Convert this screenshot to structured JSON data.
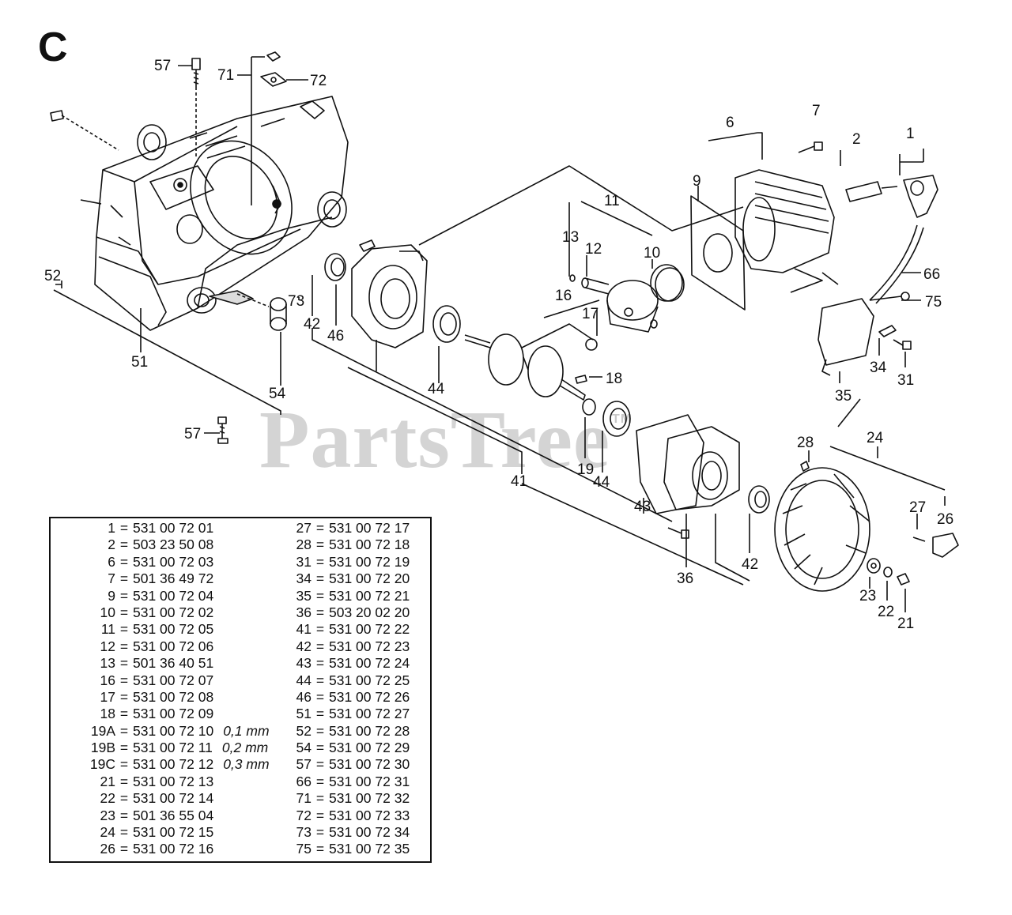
{
  "section_letter": "C",
  "watermark": {
    "text": "PartsTree",
    "tm": "TM"
  },
  "callouts": {
    "c1": "1",
    "c2": "2",
    "c6": "6",
    "c7": "7",
    "c9": "9",
    "c10": "10",
    "c11": "11",
    "c12": "12",
    "c13": "13",
    "c16": "16",
    "c17": "17",
    "c18": "18",
    "c19": "19",
    "c21": "21",
    "c22": "22",
    "c23": "23",
    "c24": "24",
    "c26": "26",
    "c27": "27",
    "c28": "28",
    "c31": "31",
    "c34": "34",
    "c35": "35",
    "c36": "36",
    "c41": "41",
    "c42a": "42",
    "c42b": "42",
    "c43": "43",
    "c44a": "44",
    "c44b": "44",
    "c46": "46",
    "c51": "51",
    "c52": "52",
    "c54": "54",
    "c57a": "57",
    "c57b": "57",
    "c66": "66",
    "c71": "71",
    "c72": "72",
    "c73": "73",
    "c75": "75"
  },
  "legend": {
    "left": [
      {
        "num": "1",
        "part": "531 00 72 01",
        "note": ""
      },
      {
        "num": "2",
        "part": "503 23 50 08",
        "note": ""
      },
      {
        "num": "6",
        "part": "531 00 72 03",
        "note": ""
      },
      {
        "num": "7",
        "part": "501 36 49 72",
        "note": ""
      },
      {
        "num": "9",
        "part": "531 00 72 04",
        "note": ""
      },
      {
        "num": "10",
        "part": "531 00 72 02",
        "note": ""
      },
      {
        "num": "11",
        "part": "531 00 72 05",
        "note": ""
      },
      {
        "num": "12",
        "part": "531 00 72 06",
        "note": ""
      },
      {
        "num": "13",
        "part": "501 36 40 51",
        "note": ""
      },
      {
        "num": "16",
        "part": "531 00 72 07",
        "note": ""
      },
      {
        "num": "17",
        "part": "531 00 72 08",
        "note": ""
      },
      {
        "num": "18",
        "part": "531 00 72 09",
        "note": ""
      },
      {
        "num": "19A",
        "part": "531 00 72 10",
        "note": "0,1 mm"
      },
      {
        "num": "19B",
        "part": "531 00 72 11",
        "note": "0,2 mm"
      },
      {
        "num": "19C",
        "part": "531 00 72 12",
        "note": "0,3 mm"
      },
      {
        "num": "21",
        "part": "531 00 72 13",
        "note": ""
      },
      {
        "num": "22",
        "part": "531 00 72 14",
        "note": ""
      },
      {
        "num": "23",
        "part": "501 36 55 04",
        "note": ""
      },
      {
        "num": "24",
        "part": "531 00 72 15",
        "note": ""
      },
      {
        "num": "26",
        "part": "531 00 72 16",
        "note": ""
      }
    ],
    "right": [
      {
        "num": "27",
        "part": "531 00 72 17"
      },
      {
        "num": "28",
        "part": "531 00 72 18"
      },
      {
        "num": "31",
        "part": "531 00 72 19"
      },
      {
        "num": "34",
        "part": "531 00 72 20"
      },
      {
        "num": "35",
        "part": "531 00 72 21"
      },
      {
        "num": "36",
        "part": "503 20 02 20"
      },
      {
        "num": "41",
        "part": "531 00 72 22"
      },
      {
        "num": "42",
        "part": "531 00 72 23"
      },
      {
        "num": "43",
        "part": "531 00 72 24"
      },
      {
        "num": "44",
        "part": "531 00 72 25"
      },
      {
        "num": "46",
        "part": "531 00 72 26"
      },
      {
        "num": "51",
        "part": "531 00 72 27"
      },
      {
        "num": "52",
        "part": "531 00 72 28"
      },
      {
        "num": "54",
        "part": "531 00 72 29"
      },
      {
        "num": "57",
        "part": "531 00 72 30"
      },
      {
        "num": "66",
        "part": "531 00 72 31"
      },
      {
        "num": "71",
        "part": "531 00 72 32"
      },
      {
        "num": "72",
        "part": "531 00 72 33"
      },
      {
        "num": "73",
        "part": "531 00 72 34"
      },
      {
        "num": "75",
        "part": "531 00 72 35"
      }
    ]
  }
}
